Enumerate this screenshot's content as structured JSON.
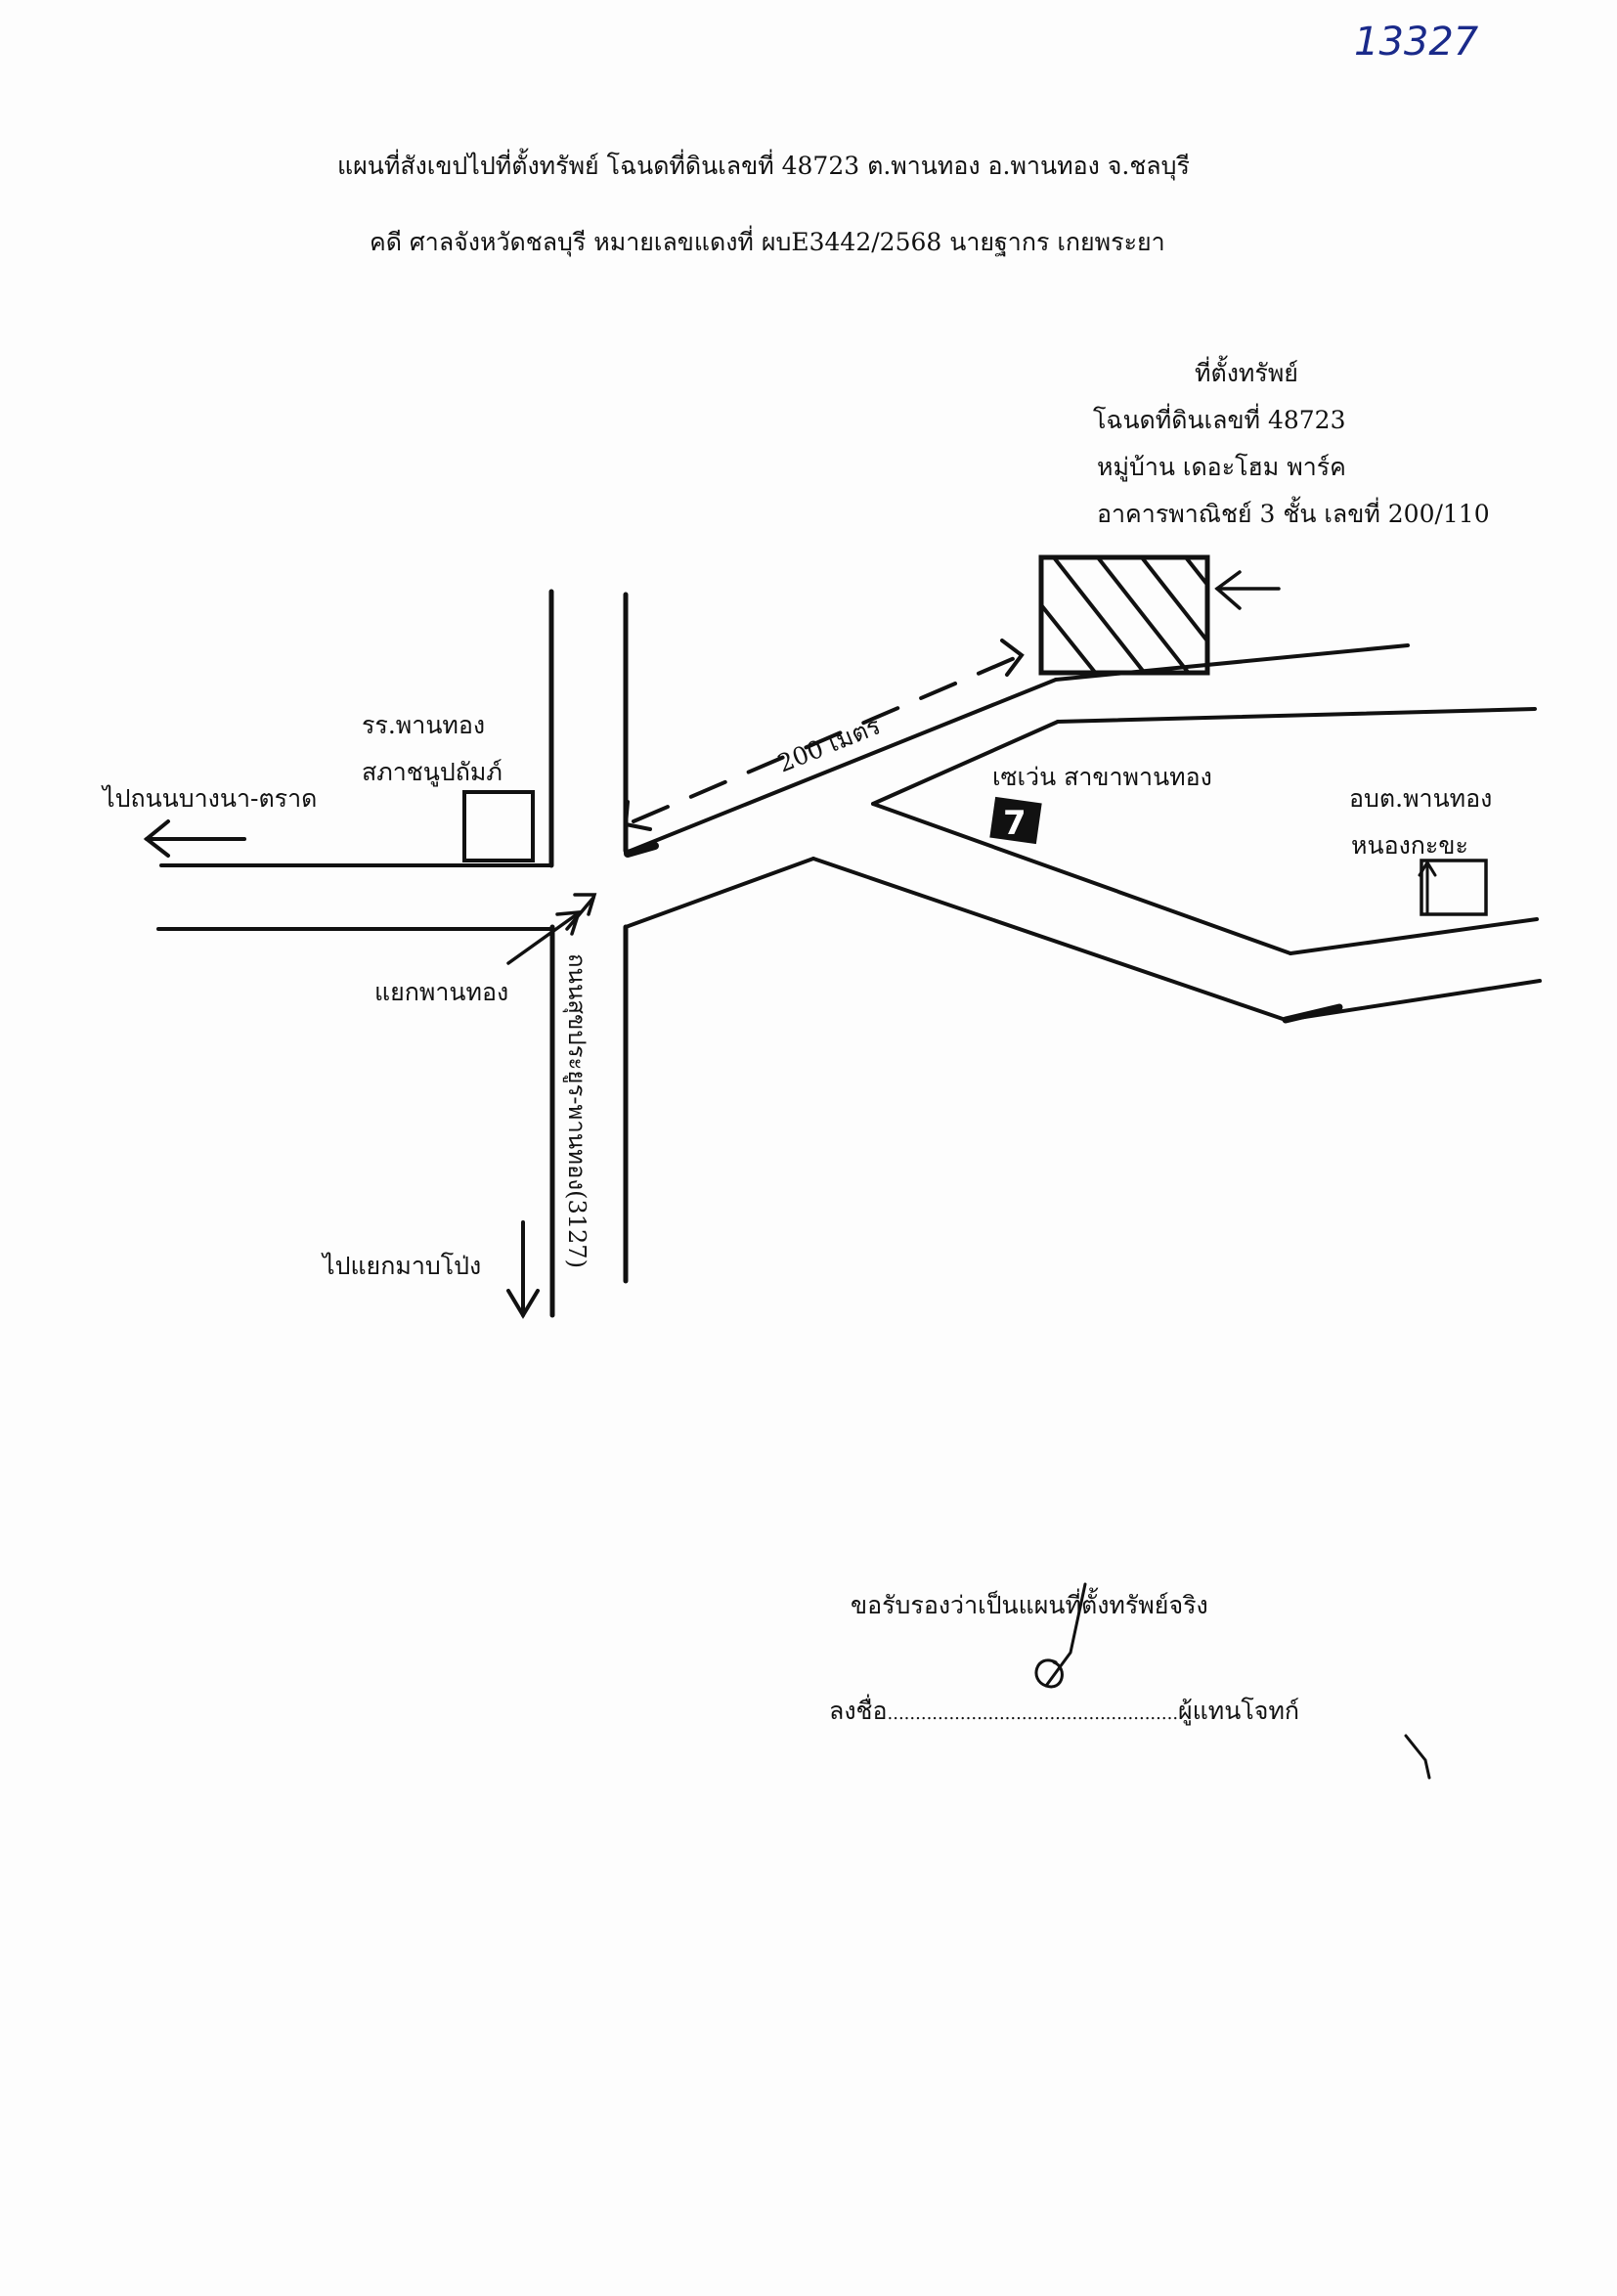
{
  "handwritten_number": "13327",
  "title": "แผนที่สังเขปไปที่ตั้งทรัพย์ โฉนดที่ดินเลขที่ 48723 ต.พานทอง อ.พานทอง จ.ชลบุรี",
  "case_line": "คดี  ศาลจังหวัดชลบุรี หมายเลขแดงที่ ผบE3442/2568 นายฐากร  เกยพระยา",
  "property_info": {
    "heading": "ที่ตั้งทรัพย์",
    "deed": "โฉนดที่ดินเลขที่ 48723",
    "village": "หมู่บ้าน เดอะโฮม พาร์ค",
    "building": "อาคารพาณิชย์ 3 ชั้น เลขที่ 200/110"
  },
  "map_labels": {
    "school_line1": "รร.พานทอง",
    "school_line2": "สภาชนูปถัมภ์",
    "to_bangna_trat": "ไปถนนบางนา-ตราด",
    "junction": "แยกพานทอง",
    "road_name": "ถนนสุขประยูร-พานทอง(3127)",
    "to_map_pong": "ไปแยกมาบโป่ง",
    "distance": "200 เมตร",
    "seven_eleven": "เซเว่น สาขาพานทอง",
    "seven_icon_text": "7",
    "sao_line1": "อบต.พานทอง",
    "sao_line2": "หนองกะขะ"
  },
  "certification": {
    "statement": "ขอรับรองว่าเป็นแผนที่ตั้งทรัพย์จริง",
    "sign_label": "ลงชื่อ",
    "sign_dots": "....................................................",
    "role": "ผู้แทนโจทก์"
  }
}
